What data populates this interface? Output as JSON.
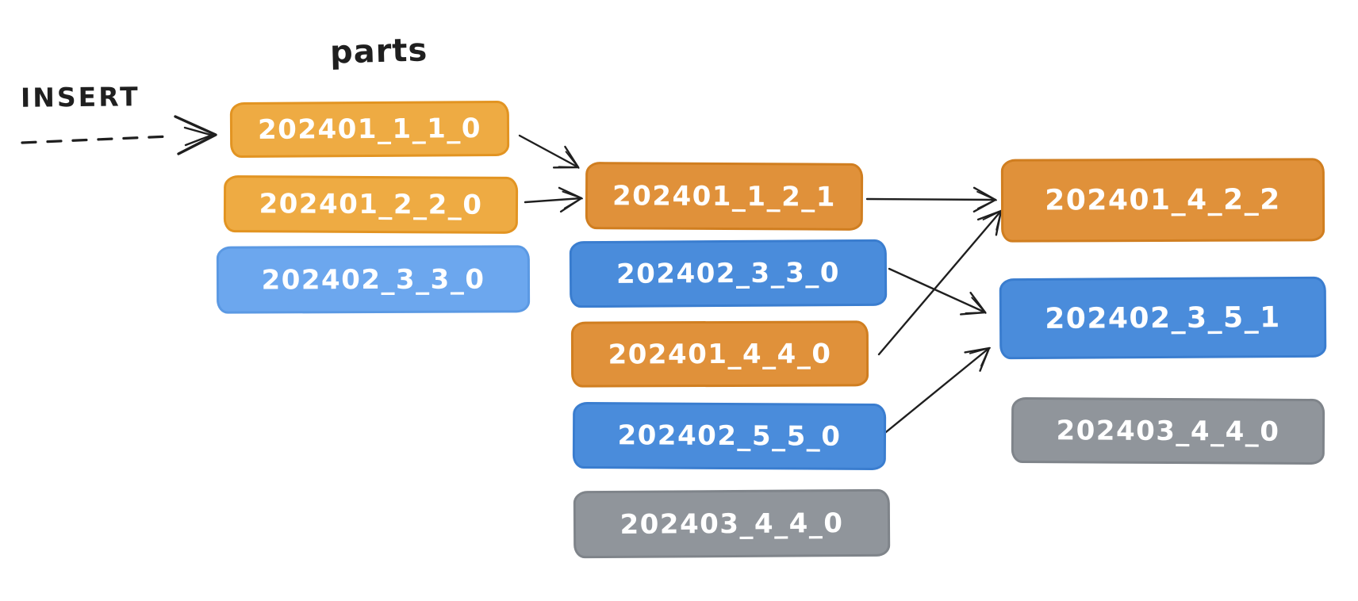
{
  "labels": {
    "title": "parts",
    "insert": "INSERT"
  },
  "palette": {
    "ink": "#1f1f1f",
    "text": "#ffffff",
    "light_orange_fill": "#eeab43",
    "light_orange_stroke": "#e29422",
    "dark_orange_fill": "#e0913a",
    "dark_orange_stroke": "#d07e20",
    "light_blue_fill": "#6ca7ee",
    "light_blue_stroke": "#5b99e3",
    "blue_fill": "#4a8cdb",
    "blue_stroke": "#3a7dcf",
    "gray_fill": "#90959b",
    "gray_stroke": "#7f848a"
  },
  "nodes": [
    {
      "id": "a",
      "label": "202401_1_1_0",
      "color": "light-orange",
      "column": 1
    },
    {
      "id": "b",
      "label": "202401_2_2_0",
      "color": "light-orange",
      "column": 1
    },
    {
      "id": "c",
      "label": "202402_3_3_0",
      "color": "light-blue",
      "column": 1
    },
    {
      "id": "d",
      "label": "202401_1_2_1",
      "color": "dark-orange",
      "column": 2
    },
    {
      "id": "e",
      "label": "202402_3_3_0",
      "color": "blue",
      "column": 2
    },
    {
      "id": "f",
      "label": "202401_4_4_0",
      "color": "dark-orange",
      "column": 2
    },
    {
      "id": "g",
      "label": "202402_5_5_0",
      "color": "blue",
      "column": 2
    },
    {
      "id": "h",
      "label": "202403_4_4_0",
      "color": "gray",
      "column": 2
    },
    {
      "id": "i",
      "label": "202401_4_2_2",
      "color": "dark-orange",
      "column": 3
    },
    {
      "id": "j",
      "label": "202402_3_5_1",
      "color": "blue",
      "column": 3
    },
    {
      "id": "k",
      "label": "202403_4_4_0",
      "color": "gray",
      "column": 3
    }
  ],
  "edges": [
    {
      "from": "INSERT",
      "to": "202401_1_1_0",
      "style": "dashed"
    },
    {
      "from": "202401_1_1_0",
      "to": "202401_1_2_1",
      "style": "solid"
    },
    {
      "from": "202401_2_2_0",
      "to": "202401_1_2_1",
      "style": "solid"
    },
    {
      "from": "202401_1_2_1",
      "to": "202401_4_2_2",
      "style": "solid"
    },
    {
      "from": "202402_3_3_0",
      "to": "202402_3_5_1",
      "style": "solid"
    },
    {
      "from": "202401_4_4_0",
      "to": "202401_4_2_2",
      "style": "solid"
    },
    {
      "from": "202402_5_5_0",
      "to": "202402_3_5_1",
      "style": "solid"
    }
  ]
}
